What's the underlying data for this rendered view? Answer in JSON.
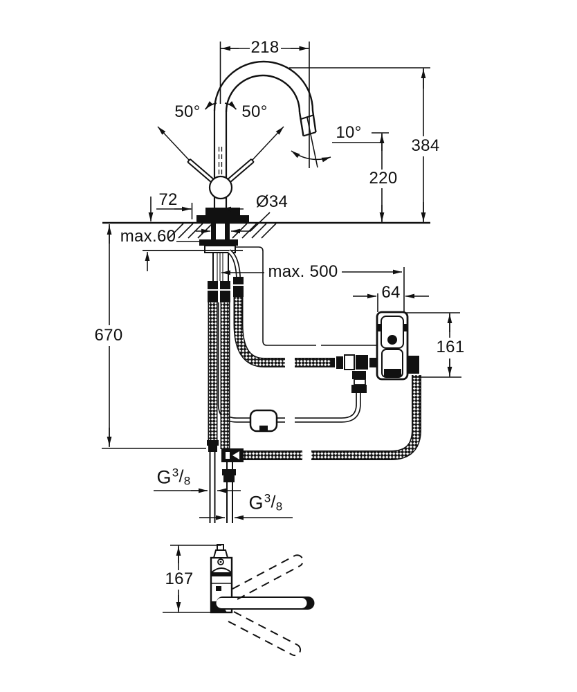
{
  "drawing_type": "faucet-installation-dimension-drawing",
  "colors": {
    "line": "#111111",
    "background": "#ffffff"
  },
  "labels": {
    "width_218": "218",
    "angle_left": "50°",
    "angle_right": "50°",
    "angle_spout": "10°",
    "height_384": "384",
    "height_220": "220",
    "offset_72": "72",
    "dia_34": "Ø34",
    "max_60": "max.60",
    "max_500": "max. 500",
    "height_670": "670",
    "width_64": "64",
    "height_161": "161",
    "thread_1": {
      "prefix": "G",
      "numerator": "3",
      "slash": "/",
      "denominator": "8"
    },
    "thread_2": {
      "prefix": "G",
      "numerator": "3",
      "slash": "/",
      "denominator": "8"
    },
    "height_167": "167"
  }
}
